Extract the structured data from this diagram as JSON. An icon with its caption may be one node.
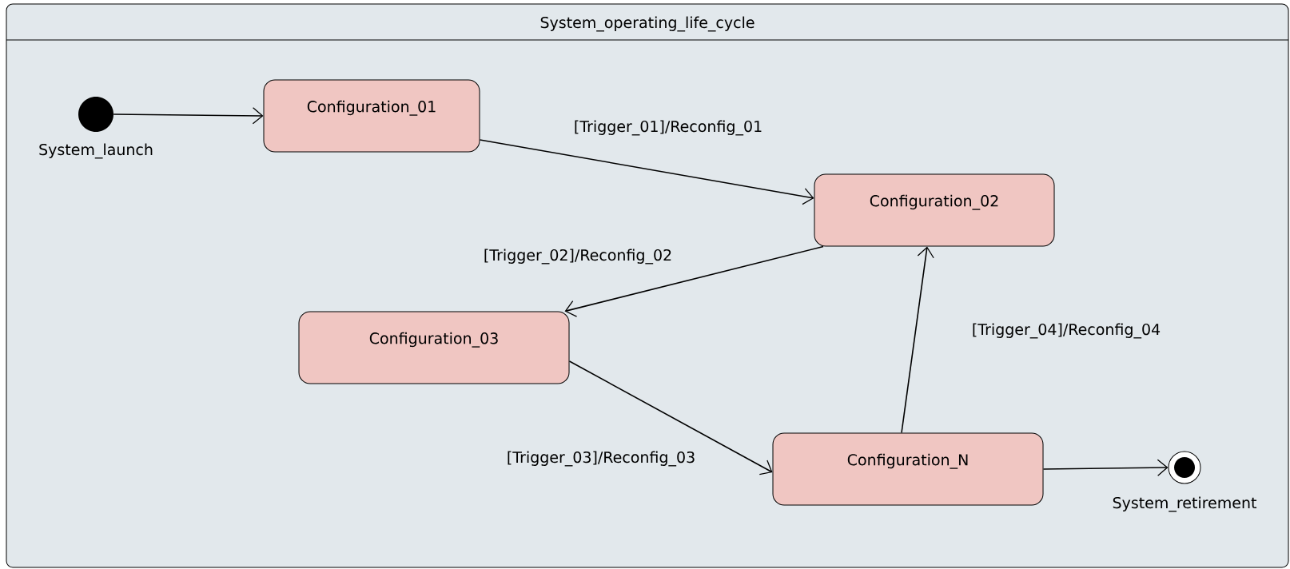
{
  "diagram": {
    "nodes": [
      {
        "text": [
          "System_operating_life_cycle"
        ]
      },
      {
        "text": [],
        "shape": "circle",
        "beside": [
          "System_launch"
        ],
        "in": 0
      },
      {
        "text": [
          "Configuration_01"
        ],
        "in": 0
      },
      {
        "text": [
          "Configuration_02"
        ],
        "in": 0
      },
      {
        "text": [
          "Configuration_03"
        ],
        "in": 0
      },
      {
        "text": [
          "Configuration_N"
        ],
        "in": 0
      },
      {
        "text": [],
        "shape": "circle",
        "beside": [
          "System_retirement"
        ],
        "in": 0
      }
    ],
    "edges": [
      {
        "from": 1,
        "to": 2,
        "arrow": "to"
      },
      {
        "from": 2,
        "to": 3,
        "arrow": "to",
        "label": "[Trigger_01]/Reconfig_01"
      },
      {
        "from": 3,
        "to": 4,
        "arrow": "to",
        "label": "[Trigger_02]/Reconfig_02"
      },
      {
        "from": 4,
        "to": 5,
        "arrow": "to",
        "label": "[Trigger_03]/Reconfig_03"
      },
      {
        "from": 5,
        "to": 3,
        "arrow": "to",
        "label": "[Trigger_04]/Reconfig_04"
      },
      {
        "from": 5,
        "to": 6,
        "arrow": "to"
      }
    ]
  }
}
